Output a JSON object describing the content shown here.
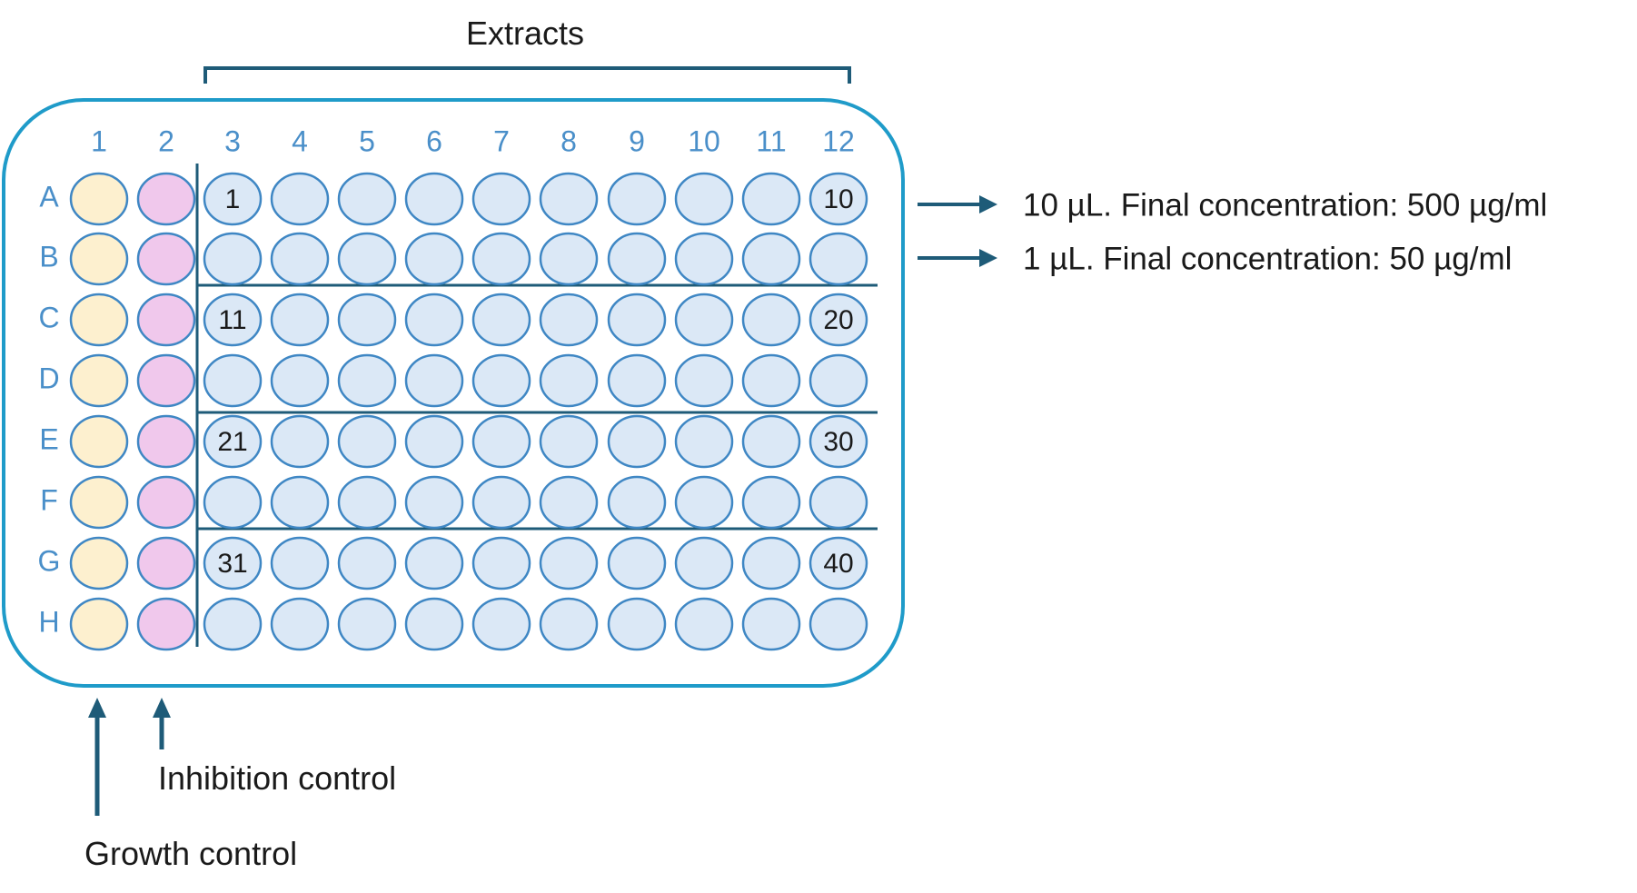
{
  "title": "Extracts",
  "columns": [
    "1",
    "2",
    "3",
    "4",
    "5",
    "6",
    "7",
    "8",
    "9",
    "10",
    "11",
    "12"
  ],
  "rows": [
    "A",
    "B",
    "C",
    "D",
    "E",
    "F",
    "G",
    "H"
  ],
  "well_labels": [
    {
      "row": "A",
      "col": "3",
      "text": "1"
    },
    {
      "row": "A",
      "col": "12",
      "text": "10"
    },
    {
      "row": "C",
      "col": "3",
      "text": "11"
    },
    {
      "row": "C",
      "col": "12",
      "text": "20"
    },
    {
      "row": "E",
      "col": "3",
      "text": "21"
    },
    {
      "row": "E",
      "col": "12",
      "text": "30"
    },
    {
      "row": "G",
      "col": "3",
      "text": "31"
    },
    {
      "row": "G",
      "col": "12",
      "text": "40"
    }
  ],
  "annotations": {
    "row_a": "10 µL. Final concentration: 500 µg/ml",
    "row_b": "1 µL. Final concentration: 50 µg/ml",
    "col_1": "Growth control",
    "col_2": "Inhibition control"
  },
  "colors": {
    "plate_border": "#1f9bc9",
    "header_text": "#4a8fc9",
    "well_fill": "#dbe8f6",
    "well_stroke": "#3f87c4",
    "growth_fill": "#fdf0cf",
    "inhibition_fill": "#f0c8ec",
    "divider": "#1e5b78",
    "arrow": "#1e5b78",
    "text": "#1a1a1a"
  }
}
